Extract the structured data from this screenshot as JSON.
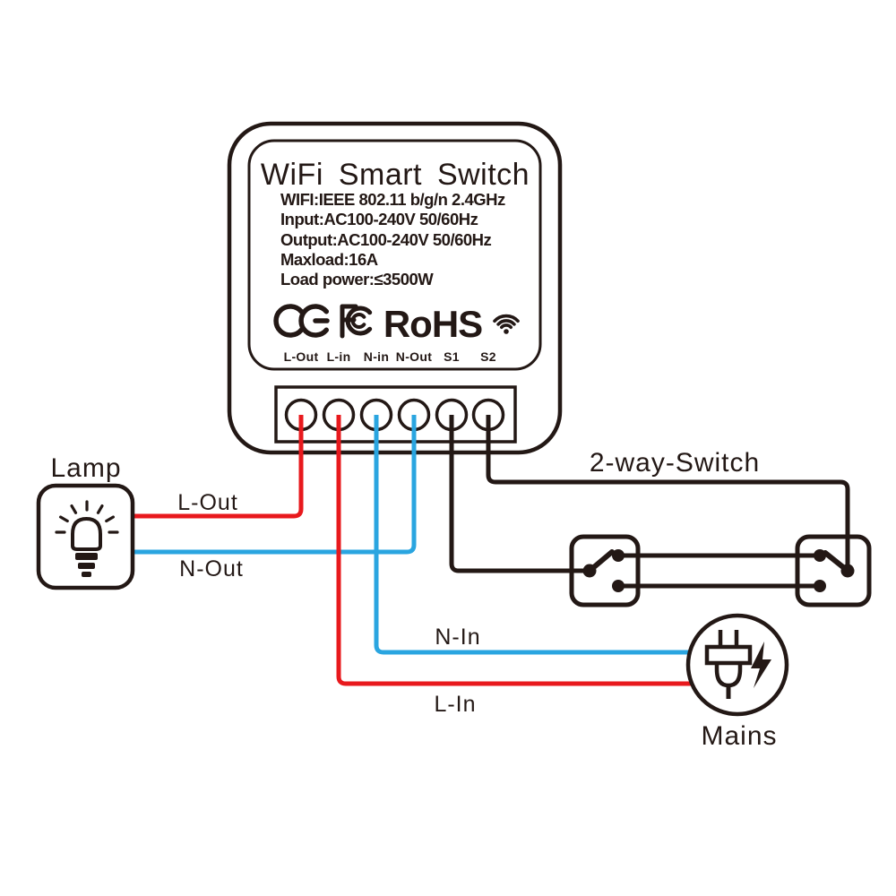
{
  "diagram": {
    "device": {
      "title": "WiFi Smart Switch",
      "spec_lines": [
        "WIFI:IEEE 802.11 b/g/n 2.4GHz",
        "Input:AC100-240V 50/60Hz",
        "Output:AC100-240V 50/60Hz",
        "Maxload:16A",
        "Load power:≤3500W"
      ],
      "certification_marks": [
        "CE",
        "FCC",
        "RoHS"
      ],
      "rohs_label": "RoHS",
      "terminal_labels": [
        "L-Out",
        "L-in",
        "N-in",
        "N-Out",
        "S1",
        "S2"
      ]
    },
    "wire_labels": {
      "l_out": "L-Out",
      "n_out": "N-Out",
      "n_in": "N-In",
      "l_in": "L-In"
    },
    "component_labels": {
      "lamp": "Lamp",
      "two_way_switch": "2-way-Switch",
      "mains": "Mains"
    },
    "colors": {
      "live_wire": "#e8191d",
      "neutral_wire": "#2aa5e0",
      "signal_wire": "#231815"
    }
  }
}
